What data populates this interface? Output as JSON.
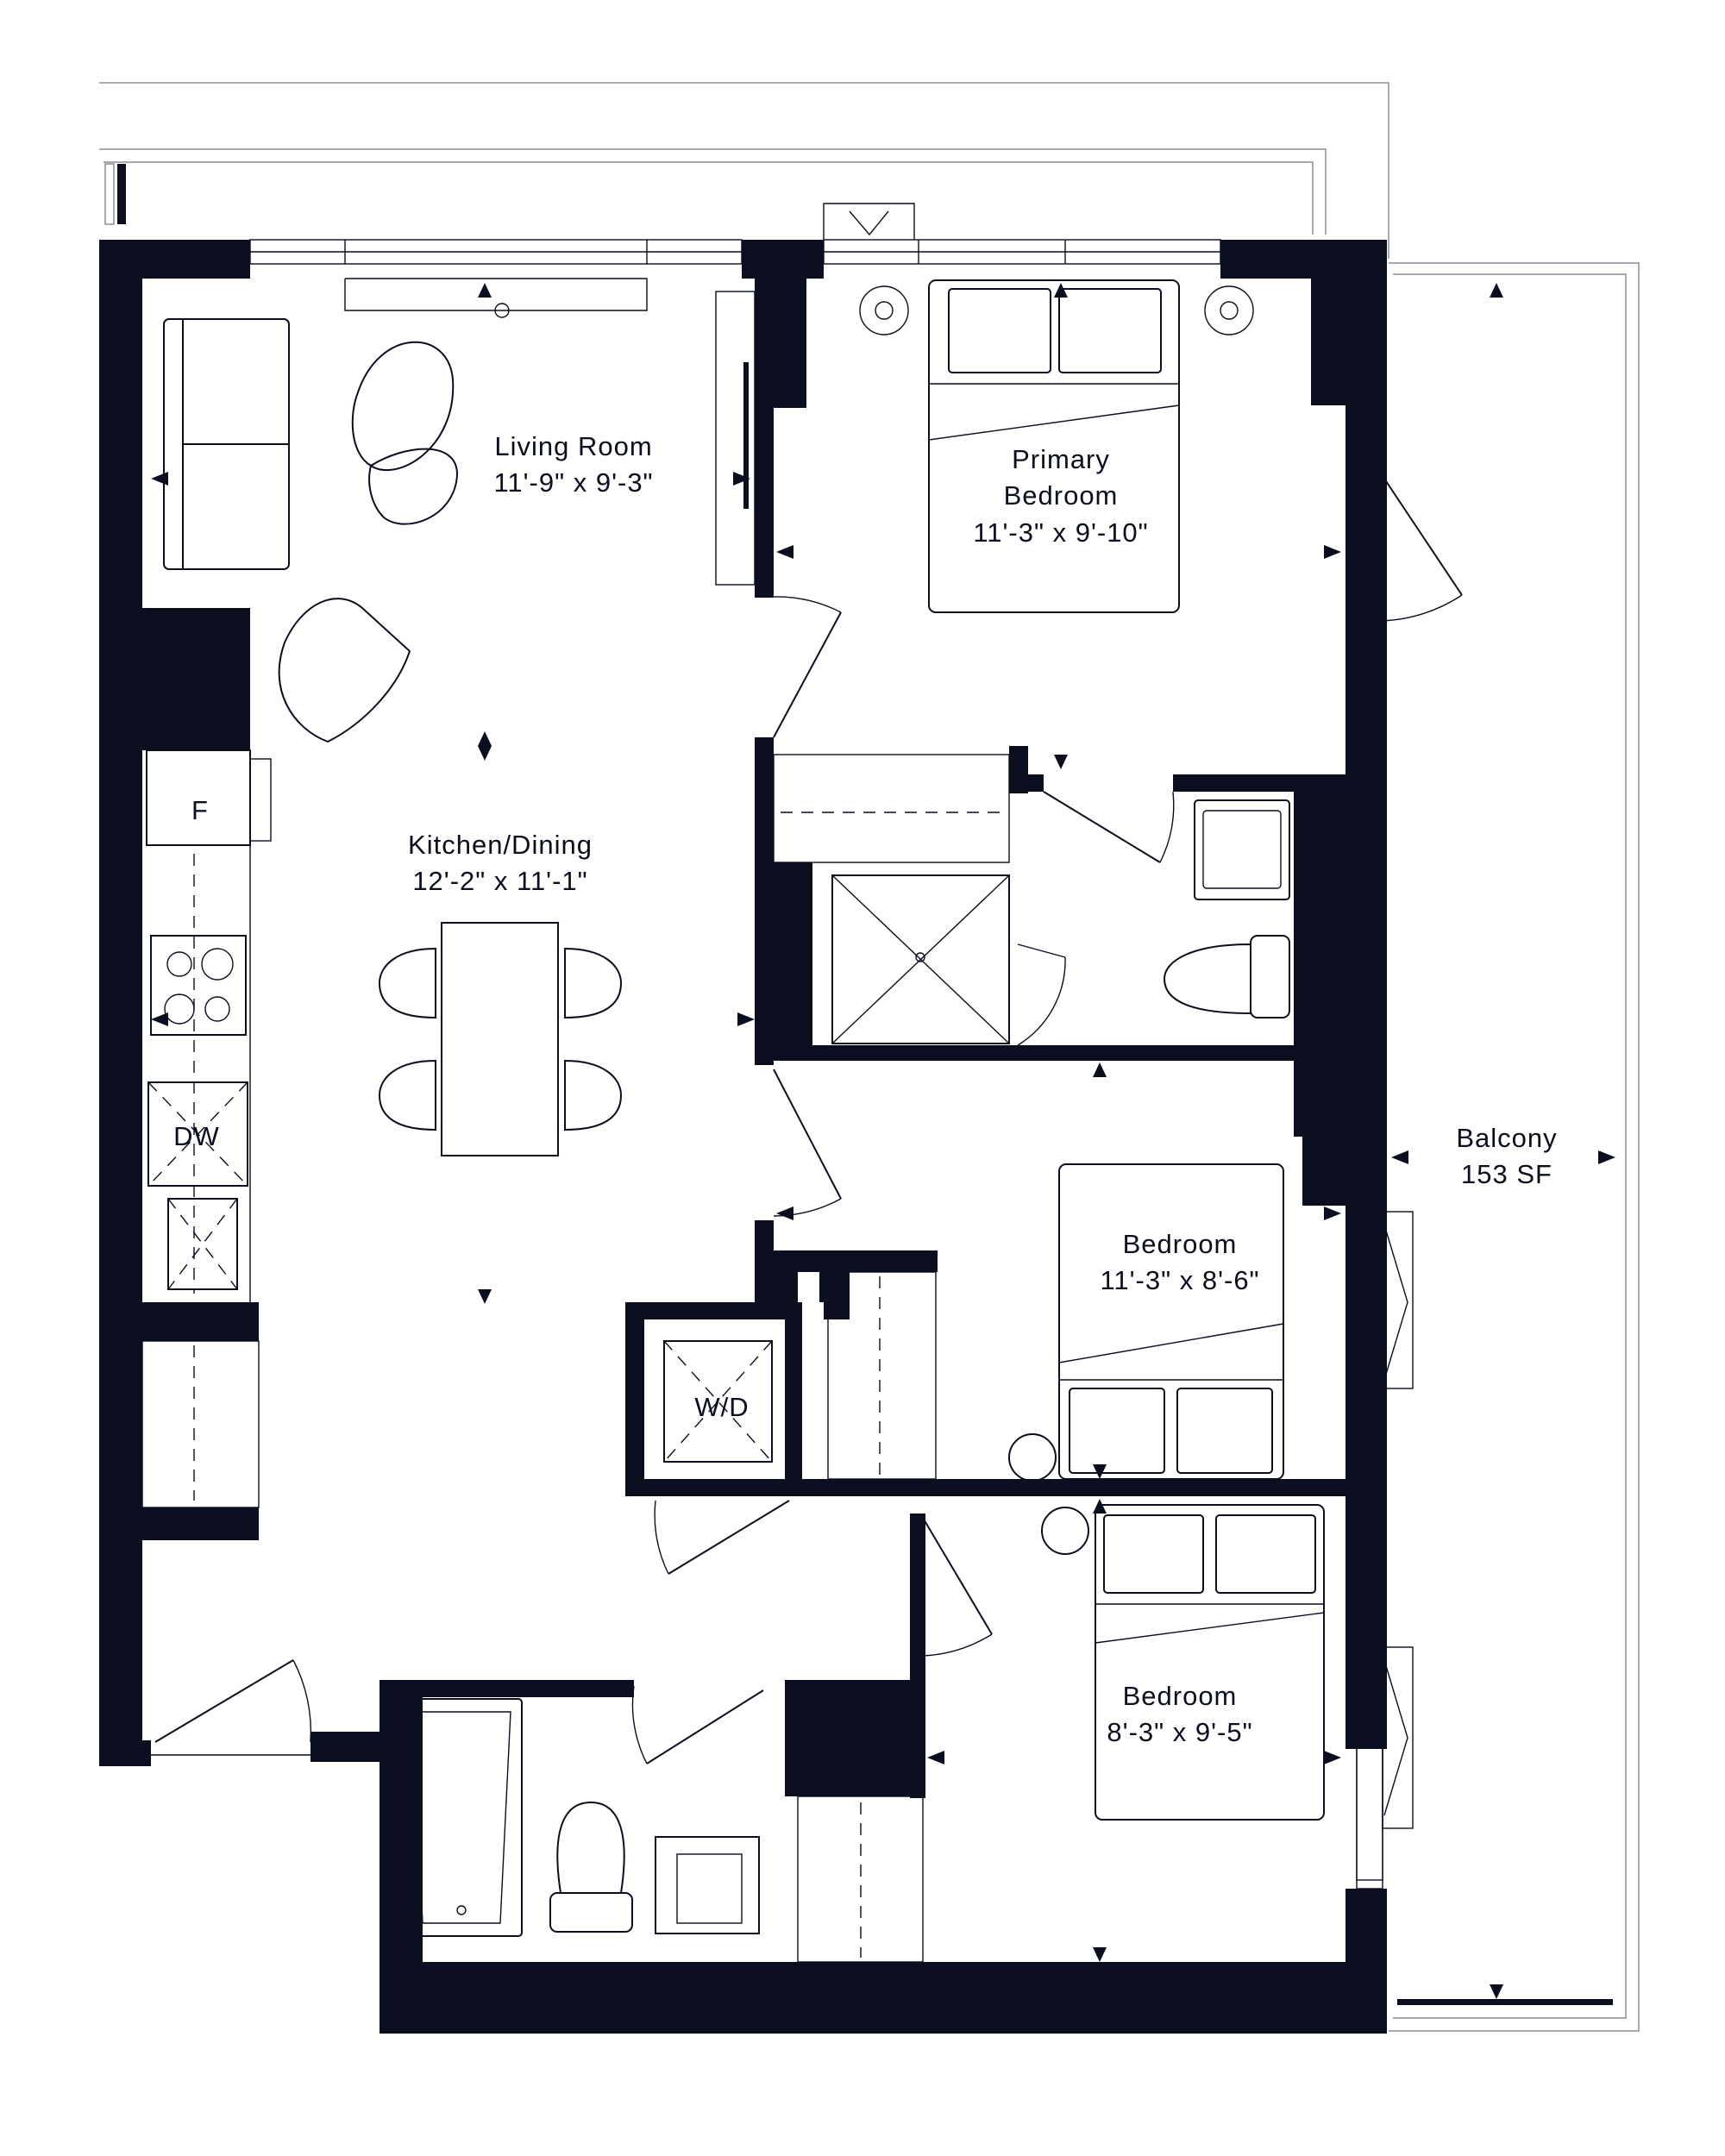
{
  "rooms": {
    "living": {
      "name": "Living Room",
      "size": "11'-9\" x 9'-3\""
    },
    "primary_bedroom": {
      "name_line1": "Primary",
      "name_line2": "Bedroom",
      "size": "11'-3\" x 9'-10\""
    },
    "kitchen_dining": {
      "name": "Kitchen/Dining",
      "size": "12'-2\" x 11'-1\""
    },
    "bedroom_2": {
      "name": "Bedroom",
      "size": "11'-3\" x 8'-6\""
    },
    "bedroom_3": {
      "name": "Bedroom",
      "size": "8'-3\" x 9'-5\""
    },
    "balcony": {
      "name": "Balcony",
      "size": "153 SF"
    }
  },
  "appliances": {
    "fridge": "F",
    "dishwasher": "DW",
    "washer_dryer": "W/D"
  }
}
